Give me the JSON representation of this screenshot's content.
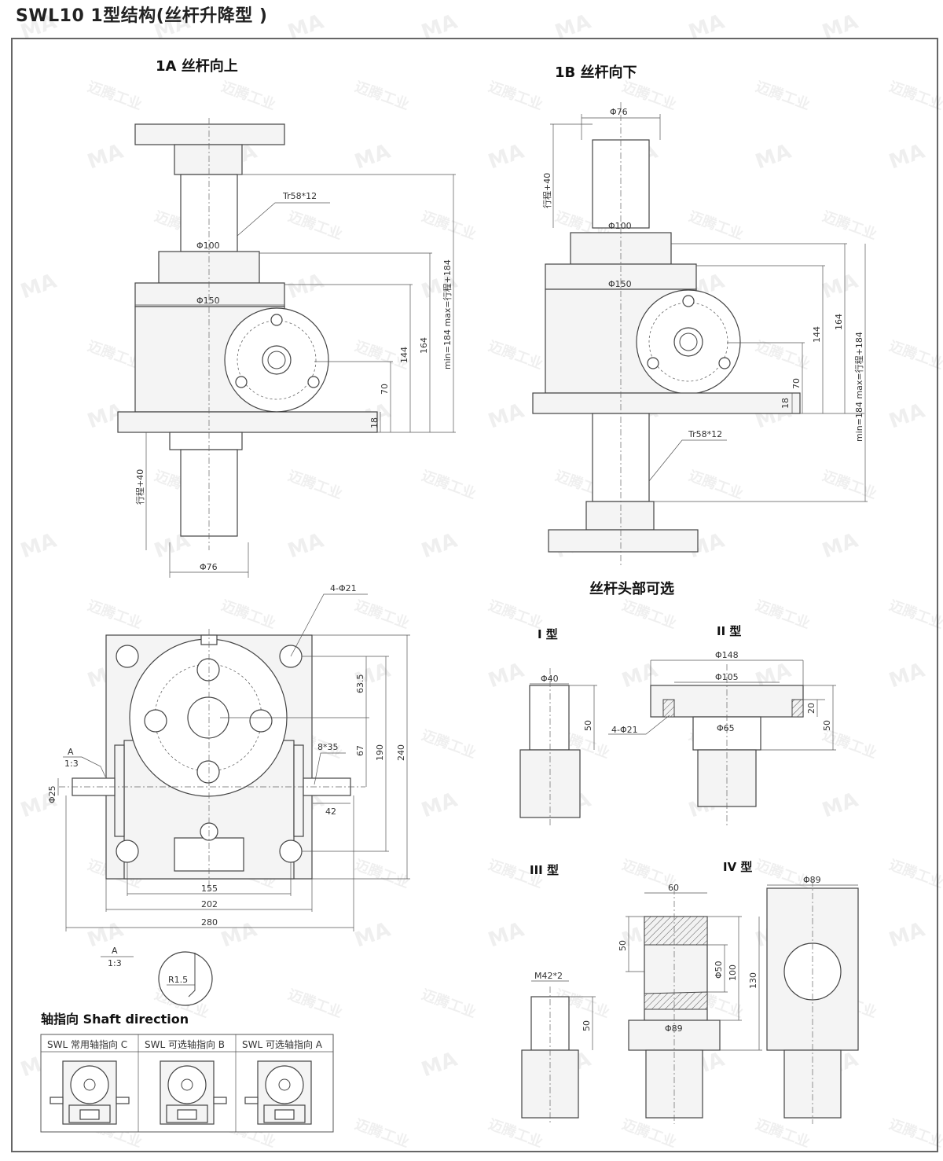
{
  "title": "SWL10 1型结构(丝杆升降型 )",
  "watermark": {
    "logo": "MA",
    "company": "迈腾工业"
  },
  "view_1a": {
    "title": "1A 丝杆向上",
    "thread": "Tr58*12",
    "d100": "Φ100",
    "d150": "Φ150",
    "d76": "Φ76",
    "stroke": "行程+40",
    "h144": "144",
    "h164": "164",
    "h70": "70",
    "h18": "18",
    "minmax": "min=184 max=行程+184"
  },
  "view_1b": {
    "title": "1B 丝杆向下",
    "d76": "Φ76",
    "stroke": "行程+40",
    "d100": "Φ100",
    "d150": "Φ150",
    "h144": "144",
    "h164": "164",
    "h70": "70",
    "h18": "18",
    "minmax": "min=184 max=行程+184",
    "thread": "Tr58*12"
  },
  "plan_view": {
    "holes": "4-Φ21",
    "h63_5": "63.5",
    "h67": "67",
    "h190": "190",
    "h240": "240",
    "key": "8*35",
    "shaft_d": "Φ25",
    "len42": "42",
    "w155": "155",
    "w202": "202",
    "w280": "280",
    "detail_a": "A",
    "scale": "1:3"
  },
  "detail": {
    "label": "A",
    "scale": "1:3",
    "radius": "R1.5"
  },
  "heads": {
    "title": "丝杆头部可选",
    "type1": {
      "label": "I 型",
      "d40": "Φ40",
      "h50": "50"
    },
    "type2": {
      "label": "II 型",
      "d148": "Φ148",
      "d105": "Φ105",
      "holes": "4-Φ21",
      "d65": "Φ65",
      "h20": "20",
      "h50": "50"
    },
    "type3": {
      "label": "III 型",
      "thread": "M42*2",
      "h50": "50"
    },
    "type4": {
      "label": "IV 型",
      "w60": "60",
      "h50": "50",
      "d50": "Φ50",
      "h100": "100",
      "h130": "130",
      "d89a": "Φ89",
      "d89b": "Φ89"
    }
  },
  "shaft_direction": {
    "title": "轴指向  Shaft direction",
    "columns": [
      "SWL 常用轴指向 C",
      "SWL 可选轴指向 B",
      "SWL 可选轴指向 A"
    ]
  }
}
